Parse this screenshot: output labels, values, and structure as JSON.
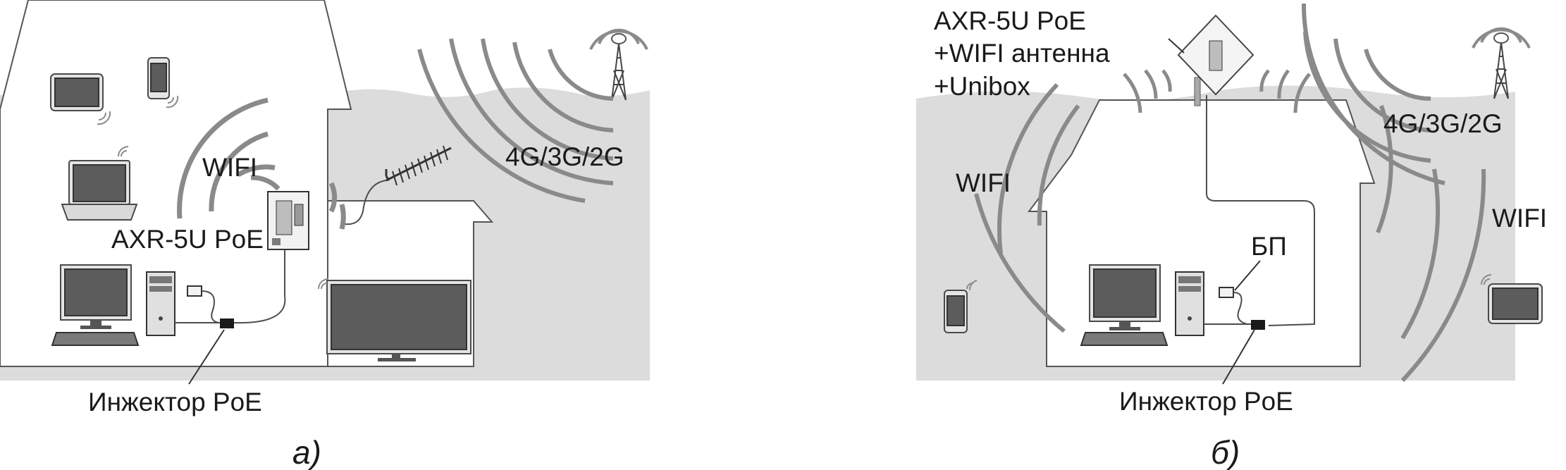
{
  "panel_a": {
    "wifi_label": "WIFI",
    "device_label": "AXR-5U PoE",
    "cellular_label": "4G/3G/2G",
    "injector_label": "Инжектор PoE",
    "caption": "а)"
  },
  "panel_b": {
    "device_label_line1": "AXR-5U PoE",
    "device_label_line2": "+WIFI антенна",
    "device_label_line3": "+Unibox",
    "cellular_label": "4G/3G/2G",
    "wifi_left_label": "WIFI",
    "wifi_right_label": "WIFI",
    "psu_label": "БП",
    "injector_label": "Инжектор PoE",
    "caption": "б)"
  },
  "colors": {
    "ground": "#dcdcdc",
    "wave": "#8a8a8a",
    "screen": "#5c5c5c",
    "wall": "#ffffff"
  }
}
